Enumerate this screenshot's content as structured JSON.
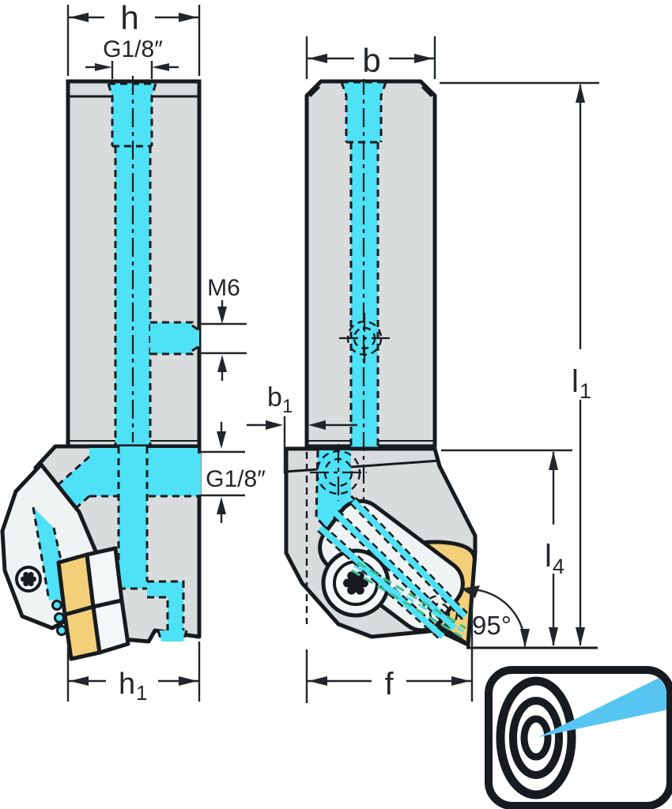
{
  "drawing": {
    "left_view": {
      "dims": {
        "h": {
          "base": "h",
          "sub": ""
        },
        "port_top": {
          "base": "G1/8″",
          "sub": ""
        },
        "side_port": {
          "base": "M6",
          "sub": ""
        },
        "head_port": {
          "base": "G1/8″",
          "sub": ""
        },
        "h1": {
          "base": "h",
          "sub": "1"
        }
      }
    },
    "right_view": {
      "dims": {
        "b": {
          "base": "b",
          "sub": ""
        },
        "b1": {
          "base": "b",
          "sub": "1"
        },
        "l1": {
          "base": "l",
          "sub": "1"
        },
        "l4": {
          "base": "l",
          "sub": "4"
        },
        "f": {
          "base": "f",
          "sub": ""
        },
        "angle": {
          "base": "95°",
          "sub": ""
        }
      }
    },
    "colors": {
      "coolant": "#4FE1F5",
      "steel": "#D8DCDC",
      "steel_light": "#EFF3F3",
      "white_part": "#F4F7F7",
      "gold": "#F2CF78",
      "line": "#171B1F",
      "dim": "#22262A",
      "green": "#3CBE8F",
      "jet": "#57C5F2"
    }
  }
}
